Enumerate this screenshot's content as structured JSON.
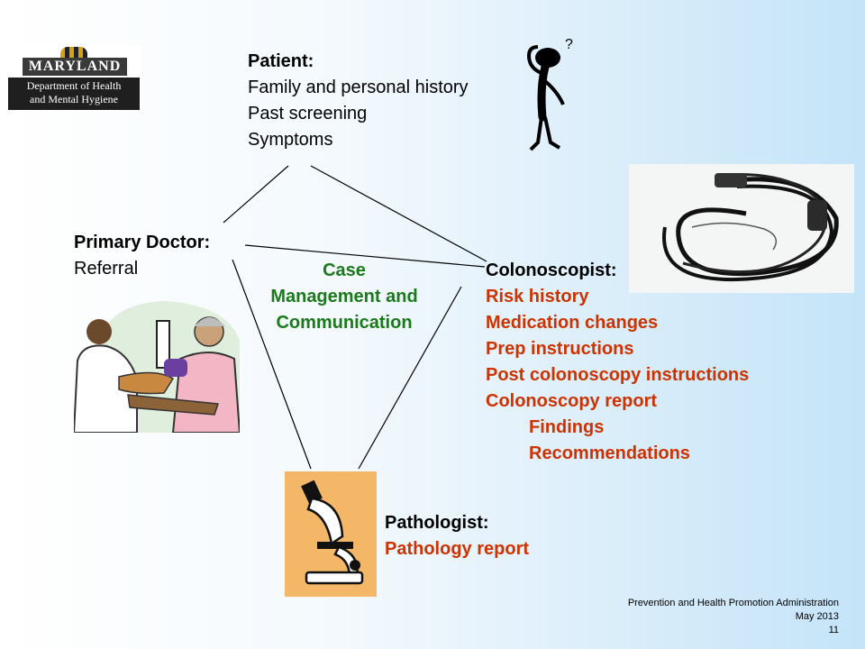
{
  "logo": {
    "name": "MARYLAND",
    "dept_line1": "Department of Health",
    "dept_line2": "and Mental Hygiene"
  },
  "patient": {
    "heading": "Patient:",
    "items": [
      "Family and personal history",
      "Past screening",
      "Symptoms"
    ]
  },
  "primary_doctor": {
    "heading": "Primary Doctor:",
    "item": "Referral"
  },
  "center": {
    "line1": "Case",
    "line2": "Management and",
    "line3": "Communication"
  },
  "colonoscopist": {
    "heading": "Colonoscopist:",
    "items": [
      "Risk history",
      "Medication changes",
      "Prep instructions",
      "Post colonoscopy instructions",
      "Colonoscopy report"
    ],
    "sub_items": [
      "Findings",
      "Recommendations"
    ]
  },
  "pathologist": {
    "heading": "Pathologist:",
    "item": "Pathology report"
  },
  "footer": {
    "line1": "Prevention and Health Promotion Administration",
    "line2": "May 2013",
    "page": "11"
  },
  "colors": {
    "red_text": "#cc3300",
    "green_text": "#1a7a1a"
  },
  "images": [
    "confused-stick-figure",
    "doctor-patient-clipart",
    "endoscope-photo",
    "microscope-clipart"
  ]
}
